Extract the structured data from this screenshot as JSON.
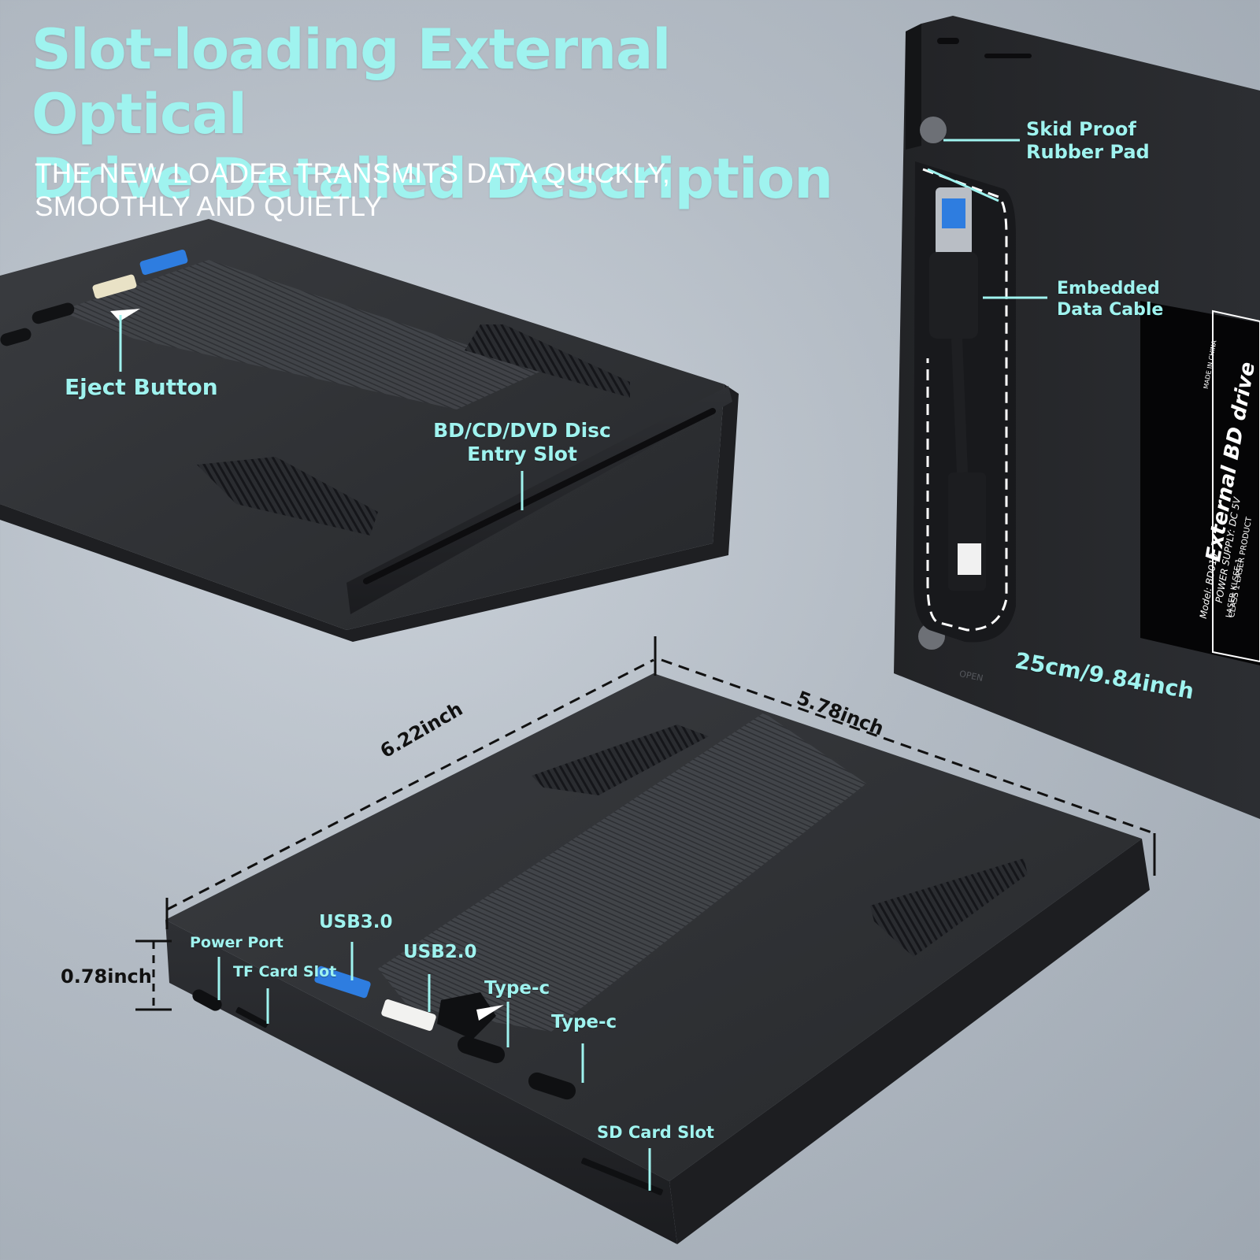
{
  "headline": {
    "line1": "Slot-loading External Optical",
    "line2": "Drive Detailed Description"
  },
  "subheadline": {
    "line1": "THE NEW LOADER TRANSMITS DATA QUICKLY,",
    "line2": "SMOOTHLY AND QUIETLY"
  },
  "callouts": {
    "eject_button": "Eject Button",
    "disc_slot_line1": "BD/CD/DVD Disc",
    "disc_slot_line2": "Entry Slot",
    "skid_line1": "Skid Proof",
    "skid_line2": "Rubber Pad",
    "cable_line1": "Embedded",
    "cable_line2": "Data Cable",
    "cable_length": "25cm/9.84inch",
    "power_port": "Power Port",
    "tf_card_slot": "TF Card Slot",
    "usb3": "USB3.0",
    "usb2": "USB2.0",
    "typec_1": "Type-c",
    "typec_2": "Type-c",
    "sd_card_slot": "SD Card Slot"
  },
  "dimensions": {
    "length": "6.22inch",
    "width": "5.78inch",
    "height": "0.78inch"
  },
  "label_plate": {
    "product": "External BD drive",
    "model": "Model: BD015",
    "power": "POWER SUPPLY: DC 5V",
    "laser": "CLASS 1 LASER PRODUCT",
    "laser2": "LASER KLSSE 1",
    "origin": "MADE IN CHINA",
    "open": "OPEN"
  },
  "colors": {
    "accent": "#9ff3ef",
    "drive_body": "#2b2d31",
    "usb3_blue": "#2e7de0"
  }
}
